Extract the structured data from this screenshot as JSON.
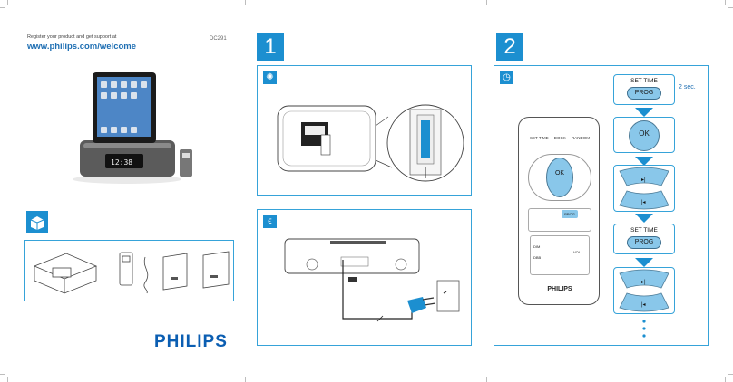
{
  "header": {
    "register_text": "Register your product and get support at",
    "url": "www.philips.com/welcome",
    "model": "DC291"
  },
  "brand": {
    "logo": "PHILIPS",
    "remote_logo": "PHILIPS"
  },
  "steps": {
    "step1": "1",
    "step2": "2"
  },
  "icons": {
    "sun": "sun-icon",
    "box": "box-icon",
    "plug": "plug-icon",
    "clock": "clock-icon"
  },
  "remote": {
    "top_labels": [
      "SET TIME",
      "DOCK",
      "RANDOM"
    ],
    "ok": "OK",
    "prog": "PROG",
    "set_time": "SET TIME",
    "small_labels": [
      "DIM",
      "DBB",
      "VOL"
    ]
  },
  "sequence": {
    "set_time_1": "SET TIME",
    "prog_1": "PROG",
    "duration": "2 sec.",
    "ok": "OK",
    "set_time_2": "SET TIME",
    "prog_2": "PROG"
  },
  "colors": {
    "accent": "#1c8fd0",
    "panel_border": "#36a3d9",
    "button": "#89c7ea",
    "brand": "#0b5eb2"
  }
}
